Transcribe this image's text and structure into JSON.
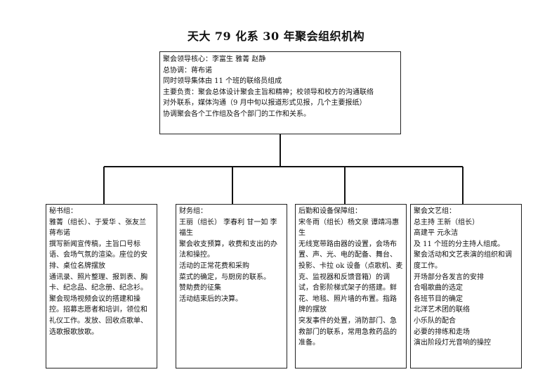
{
  "title": "天大 79 化系 30 年聚会组织机构",
  "top_box": {
    "lines": [
      "聚会领导核心：李富生  雅菁  赵静",
      "总协调：蒋布诺",
      "同时领导集体由 11 个班的联络员组成",
      "主要负责：聚会总体设计聚会主旨和精神；校领导和校方的沟通联络",
      "对外联系，媒体沟通（9 月中旬以报道形式见报，几个主要报纸）",
      "协调聚会各个工作组及各个部门的工作和关系。"
    ]
  },
  "groups": [
    {
      "lines": [
        "秘书组：",
        "雅菁（组长）、于爱华  、张友兰",
        "蒋布诺",
        "撰写新闻宣传稿，主旨口号标语、会场气氛的渲染。座位的安排、桌位名牌摆放",
        "通讯录、照片整理、报到表、胸卡、纪念品、纪念册、纪念衫。聚会现场视频会议的搭建和操控。招募志愿者和培训，领位和礼仪工作。发放、回收点歌单、选歌报歌放歌。"
      ]
    },
    {
      "lines": [
        "财务组：",
        "王丽（组长）  李春利  甘一如  李福生",
        "聚会收支预算，收费和支出的办法和操控。",
        "活动的正常花费和采购",
        "菜式的确定，与厨房的联系。",
        "赞助费的征集",
        "活动结束后的决算。"
      ]
    },
    {
      "lines": [
        "后勤和设备保障组：",
        "宋冬雨（组长）杨文泉  谭靖冯惠生",
        "无线宽带路由器的设置，会场布置、声、光、电的配备、舞台、投影、卡拉 ok 设备（点歌机、麦克、监视器和反馈音箱）的调试，合影阶梯式架子的搭建。鲜花、地毯、照片墙的布置。指路牌的摆放",
        "突发事件的处置，消防部门、急救部门的联系，常用急救药品的准备。"
      ]
    },
    {
      "lines": [
        "聚会文艺组：",
        "总主持  王新（组长）",
        "高建平  元永洁",
        "及 11 个班的分主持人组成。",
        "聚会活动和文艺表演的组织和调度工作。",
        "开场部分各发言的安排",
        "合唱歌曲的选定",
        "各班节目的确定",
        "北洋艺术团的联络",
        "小乐队的配合",
        "必要的排练和走场",
        "演出阶段灯光音响的操控"
      ]
    }
  ]
}
